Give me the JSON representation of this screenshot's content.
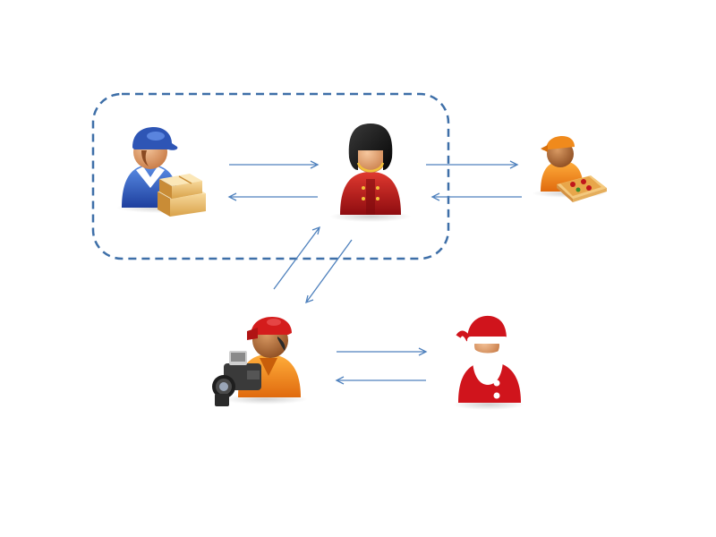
{
  "diagram": {
    "nodes": [
      {
        "id": "courier",
        "icon": "delivery-person-with-boxes-icon"
      },
      {
        "id": "guard",
        "icon": "royal-guard-icon"
      },
      {
        "id": "pizza",
        "icon": "pizza-delivery-person-icon"
      },
      {
        "id": "photographer",
        "icon": "photographer-with-camera-icon"
      },
      {
        "id": "santa",
        "icon": "santa-claus-icon"
      }
    ],
    "edges": [
      {
        "from": "courier",
        "to": "guard"
      },
      {
        "from": "guard",
        "to": "courier"
      },
      {
        "from": "guard",
        "to": "pizza"
      },
      {
        "from": "pizza",
        "to": "guard"
      },
      {
        "from": "photographer",
        "to": "guard"
      },
      {
        "from": "guard",
        "to": "photographer"
      },
      {
        "from": "photographer",
        "to": "santa"
      },
      {
        "from": "santa",
        "to": "photographer"
      }
    ],
    "group": {
      "members": [
        "courier",
        "guard"
      ],
      "style": "dashed-rounded-box"
    },
    "colors": {
      "arrow": "#4F81BD",
      "group_border": "#3E6FA8",
      "courier_cap": "#2E55B5",
      "guard_tunic": "#C0161B",
      "pizza_cap": "#F08A1C",
      "photographer_cap": "#D41C1C",
      "santa_suit": "#D0141C"
    }
  }
}
